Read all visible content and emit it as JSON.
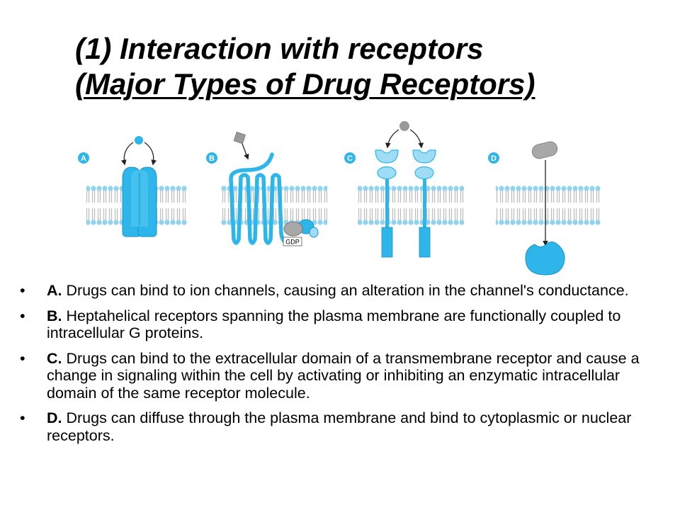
{
  "slide": {
    "title_line1": "(1) Interaction with receptors",
    "title_line2": "(Major Types of Drug Receptors)"
  },
  "figure": {
    "panels": [
      {
        "letter": "A"
      },
      {
        "letter": "B",
        "protein_label": "GDP"
      },
      {
        "letter": "C"
      },
      {
        "letter": "D"
      }
    ],
    "colors": {
      "receptor": "#2eb6ea",
      "receptor_light": "#9fdcf5",
      "membrane_head": "#8fd3f0",
      "membrane_tail": "#bbbbbb",
      "ligand_gray": "#9a9a9a",
      "badge": "#2eb6ea",
      "arrow": "#222222"
    }
  },
  "bullets": [
    {
      "label": "A.",
      "text": " Drugs can bind to ion channels, causing an alteration in the channel's conductance."
    },
    {
      "label": "B.",
      "text": " Heptahelical receptors spanning the plasma membrane are functionally coupled to intracellular G proteins."
    },
    {
      "label": "C.",
      "text": " Drugs can bind to the extracellular domain of a transmembrane receptor and cause a change in signaling within the cell by activating or inhibiting an enzymatic intracellular domain of the same receptor molecule."
    },
    {
      "label": "D.",
      "text": " Drugs can diffuse through the plasma membrane and bind to cytoplasmic or nuclear receptors."
    }
  ],
  "bullet_symbol": "•"
}
